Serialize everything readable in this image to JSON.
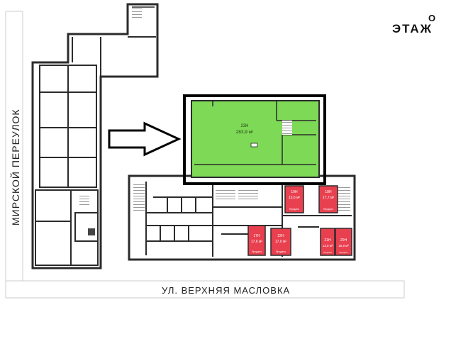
{
  "header": {
    "brand": "ЭТАЖ",
    "brand_mark": "O"
  },
  "streets": {
    "left": "МИРСКОЙ ПЕРЕУЛОК",
    "bottom": "УЛ. ВЕРХНЯЯ МАСЛОВКА"
  },
  "highlighted_unit": {
    "code": "23Н",
    "area": "283,9 м²",
    "color": "#7ed957"
  },
  "units": [
    {
      "code": "10Н",
      "area": "13,6 м²",
      "status": "Продано"
    },
    {
      "code": "18Н",
      "area": "17,7 м²",
      "status": "Продано"
    },
    {
      "code": "17Н",
      "area": "17,6 м²",
      "status": "Продано"
    },
    {
      "code": "22Н",
      "area": "17,0 м²",
      "status": "Продано"
    },
    {
      "code": "21Н",
      "area": "13,0 м²",
      "status": "Продано"
    },
    {
      "code": "20Н",
      "area": "15,9 м²",
      "status": "Продано"
    }
  ],
  "colors": {
    "walls": "#2b2b2b",
    "sold": "#e8404f",
    "available": "#7ed957",
    "callout": "#000000"
  },
  "icons": {
    "arrow": "right-arrow-icon",
    "logo": "etazh-logo"
  }
}
